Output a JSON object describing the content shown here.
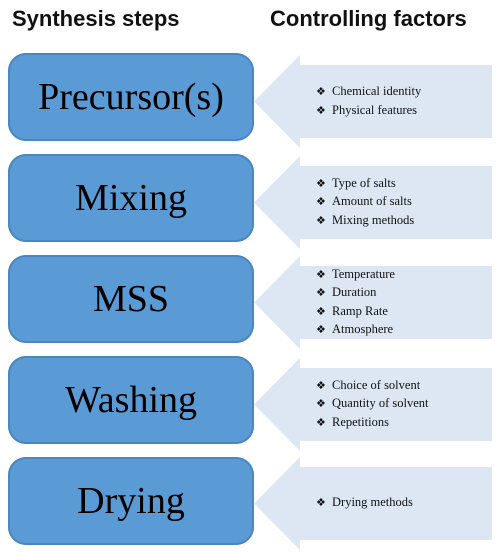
{
  "headers": {
    "left": "Synthesis steps",
    "right": "Controlling factors"
  },
  "bullet": "❖",
  "colors": {
    "box_fill": "#5b9bd5",
    "box_stroke": "#4a86c0",
    "arrow_fill": "#dde7f4"
  },
  "steps": [
    {
      "label": "Precursor(s)",
      "factors": [
        "Chemical identity",
        "Physical features"
      ]
    },
    {
      "label": "Mixing",
      "factors": [
        "Type of salts",
        "Amount of salts",
        "Mixing methods"
      ]
    },
    {
      "label": "MSS",
      "factors": [
        "Temperature",
        "Duration",
        "Ramp Rate",
        "Atmosphere"
      ]
    },
    {
      "label": "Washing",
      "factors": [
        "Choice of solvent",
        "Quantity of solvent",
        "Repetitions"
      ]
    },
    {
      "label": "Drying",
      "factors": [
        "Drying methods"
      ]
    }
  ]
}
